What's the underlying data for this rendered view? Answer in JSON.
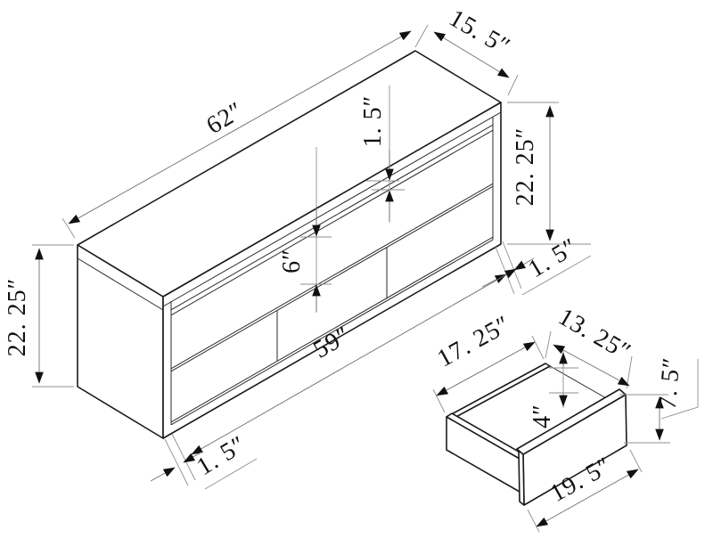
{
  "page": {
    "background": "#ffffff",
    "line_color": "#1a1a1a",
    "dimension_line_color": "#8f8f8f",
    "units": "inches"
  },
  "cabinet": {
    "labels": {
      "width_top": "62″",
      "depth_top": "15. 5″",
      "shelf_thickness": "1. 5″",
      "height_right": "22. 25″",
      "panel_thickness_right": "1. 5″",
      "height_left": "22. 25″",
      "opening_height": "6″",
      "inner_width": "59″",
      "panel_thickness_left": "1. 5″"
    },
    "values": {
      "width_top": 62,
      "depth_top": 15.5,
      "shelf_thickness": 1.5,
      "height": 22.25,
      "panel_thickness": 1.5,
      "opening_height": 6,
      "inner_width": 59
    }
  },
  "drawer": {
    "labels": {
      "side_depth_top": "17. 25″",
      "inner_depth": "13. 25″",
      "inner_height": "4″",
      "front_height": "7. 5″",
      "front_width": "19. 5″"
    },
    "values": {
      "side_depth_top": 17.25,
      "inner_depth": 13.25,
      "inner_height": 4,
      "front_height": 7.5,
      "front_width": 19.5
    }
  }
}
